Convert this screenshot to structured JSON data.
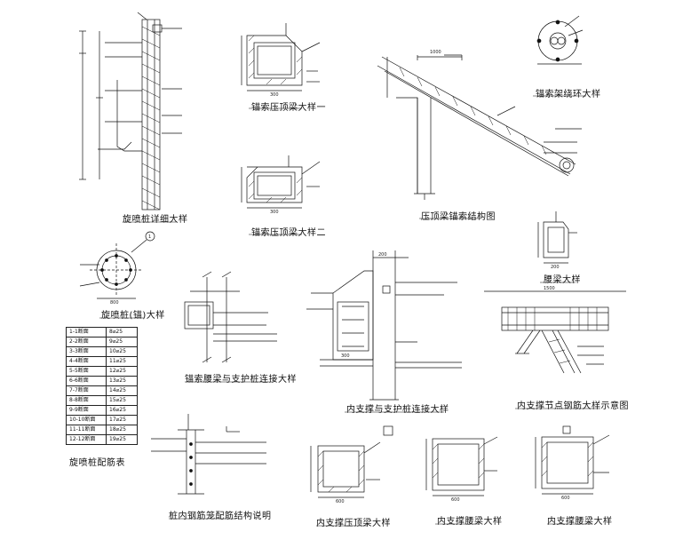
{
  "captions": {
    "pile_detail": "旋喷桩详细大样",
    "cap_beam_1": "锚索压顶梁大样一",
    "cap_beam_2": "锚索压顶梁大样二",
    "anchor_structure": "压顶梁锚索结构图",
    "anchor_ring": "锚索架绕环大样",
    "pile_section": "旋喷桩(锚)大样",
    "waist_beam": "腰梁大样",
    "anchor_waist_joint": "锚索腰梁与支护桩连接大样",
    "inner_support_joint": "内支撑与支护桩连接大样",
    "inner_support_node": "内支撑节点钢筋大样示意图",
    "pile_reinforcement": "桩内钢筋笼配筋结构说明",
    "inner_cap_beam": "内支撑压顶梁大样",
    "inner_waist_beam": "内支撑腰梁大样",
    "inner_brace_beam": "内支撑腰梁大样",
    "rebar_table": "旋喷桩配筋表"
  },
  "rebar_table": {
    "rows": [
      [
        "1-1断面",
        "8⌀25"
      ],
      [
        "2-2断面",
        "9⌀25"
      ],
      [
        "3-3断面",
        "10⌀25"
      ],
      [
        "4-4断面",
        "11⌀25"
      ],
      [
        "5-5断面",
        "12⌀25"
      ],
      [
        "6-6断面",
        "13⌀25"
      ],
      [
        "7-7断面",
        "14⌀25"
      ],
      [
        "8-8断面",
        "15⌀25"
      ],
      [
        "9-9断面",
        "16⌀25"
      ],
      [
        "10-10断面",
        "17⌀25"
      ],
      [
        "11-11断面",
        "18⌀25"
      ],
      [
        "12-12断面",
        "19⌀25"
      ]
    ]
  },
  "dims": {
    "d200": "200",
    "d300": "300",
    "d600": "600",
    "d1000": "1000",
    "d1500": "1500",
    "d800": "800"
  },
  "marks": {
    "detail_1": "1"
  }
}
